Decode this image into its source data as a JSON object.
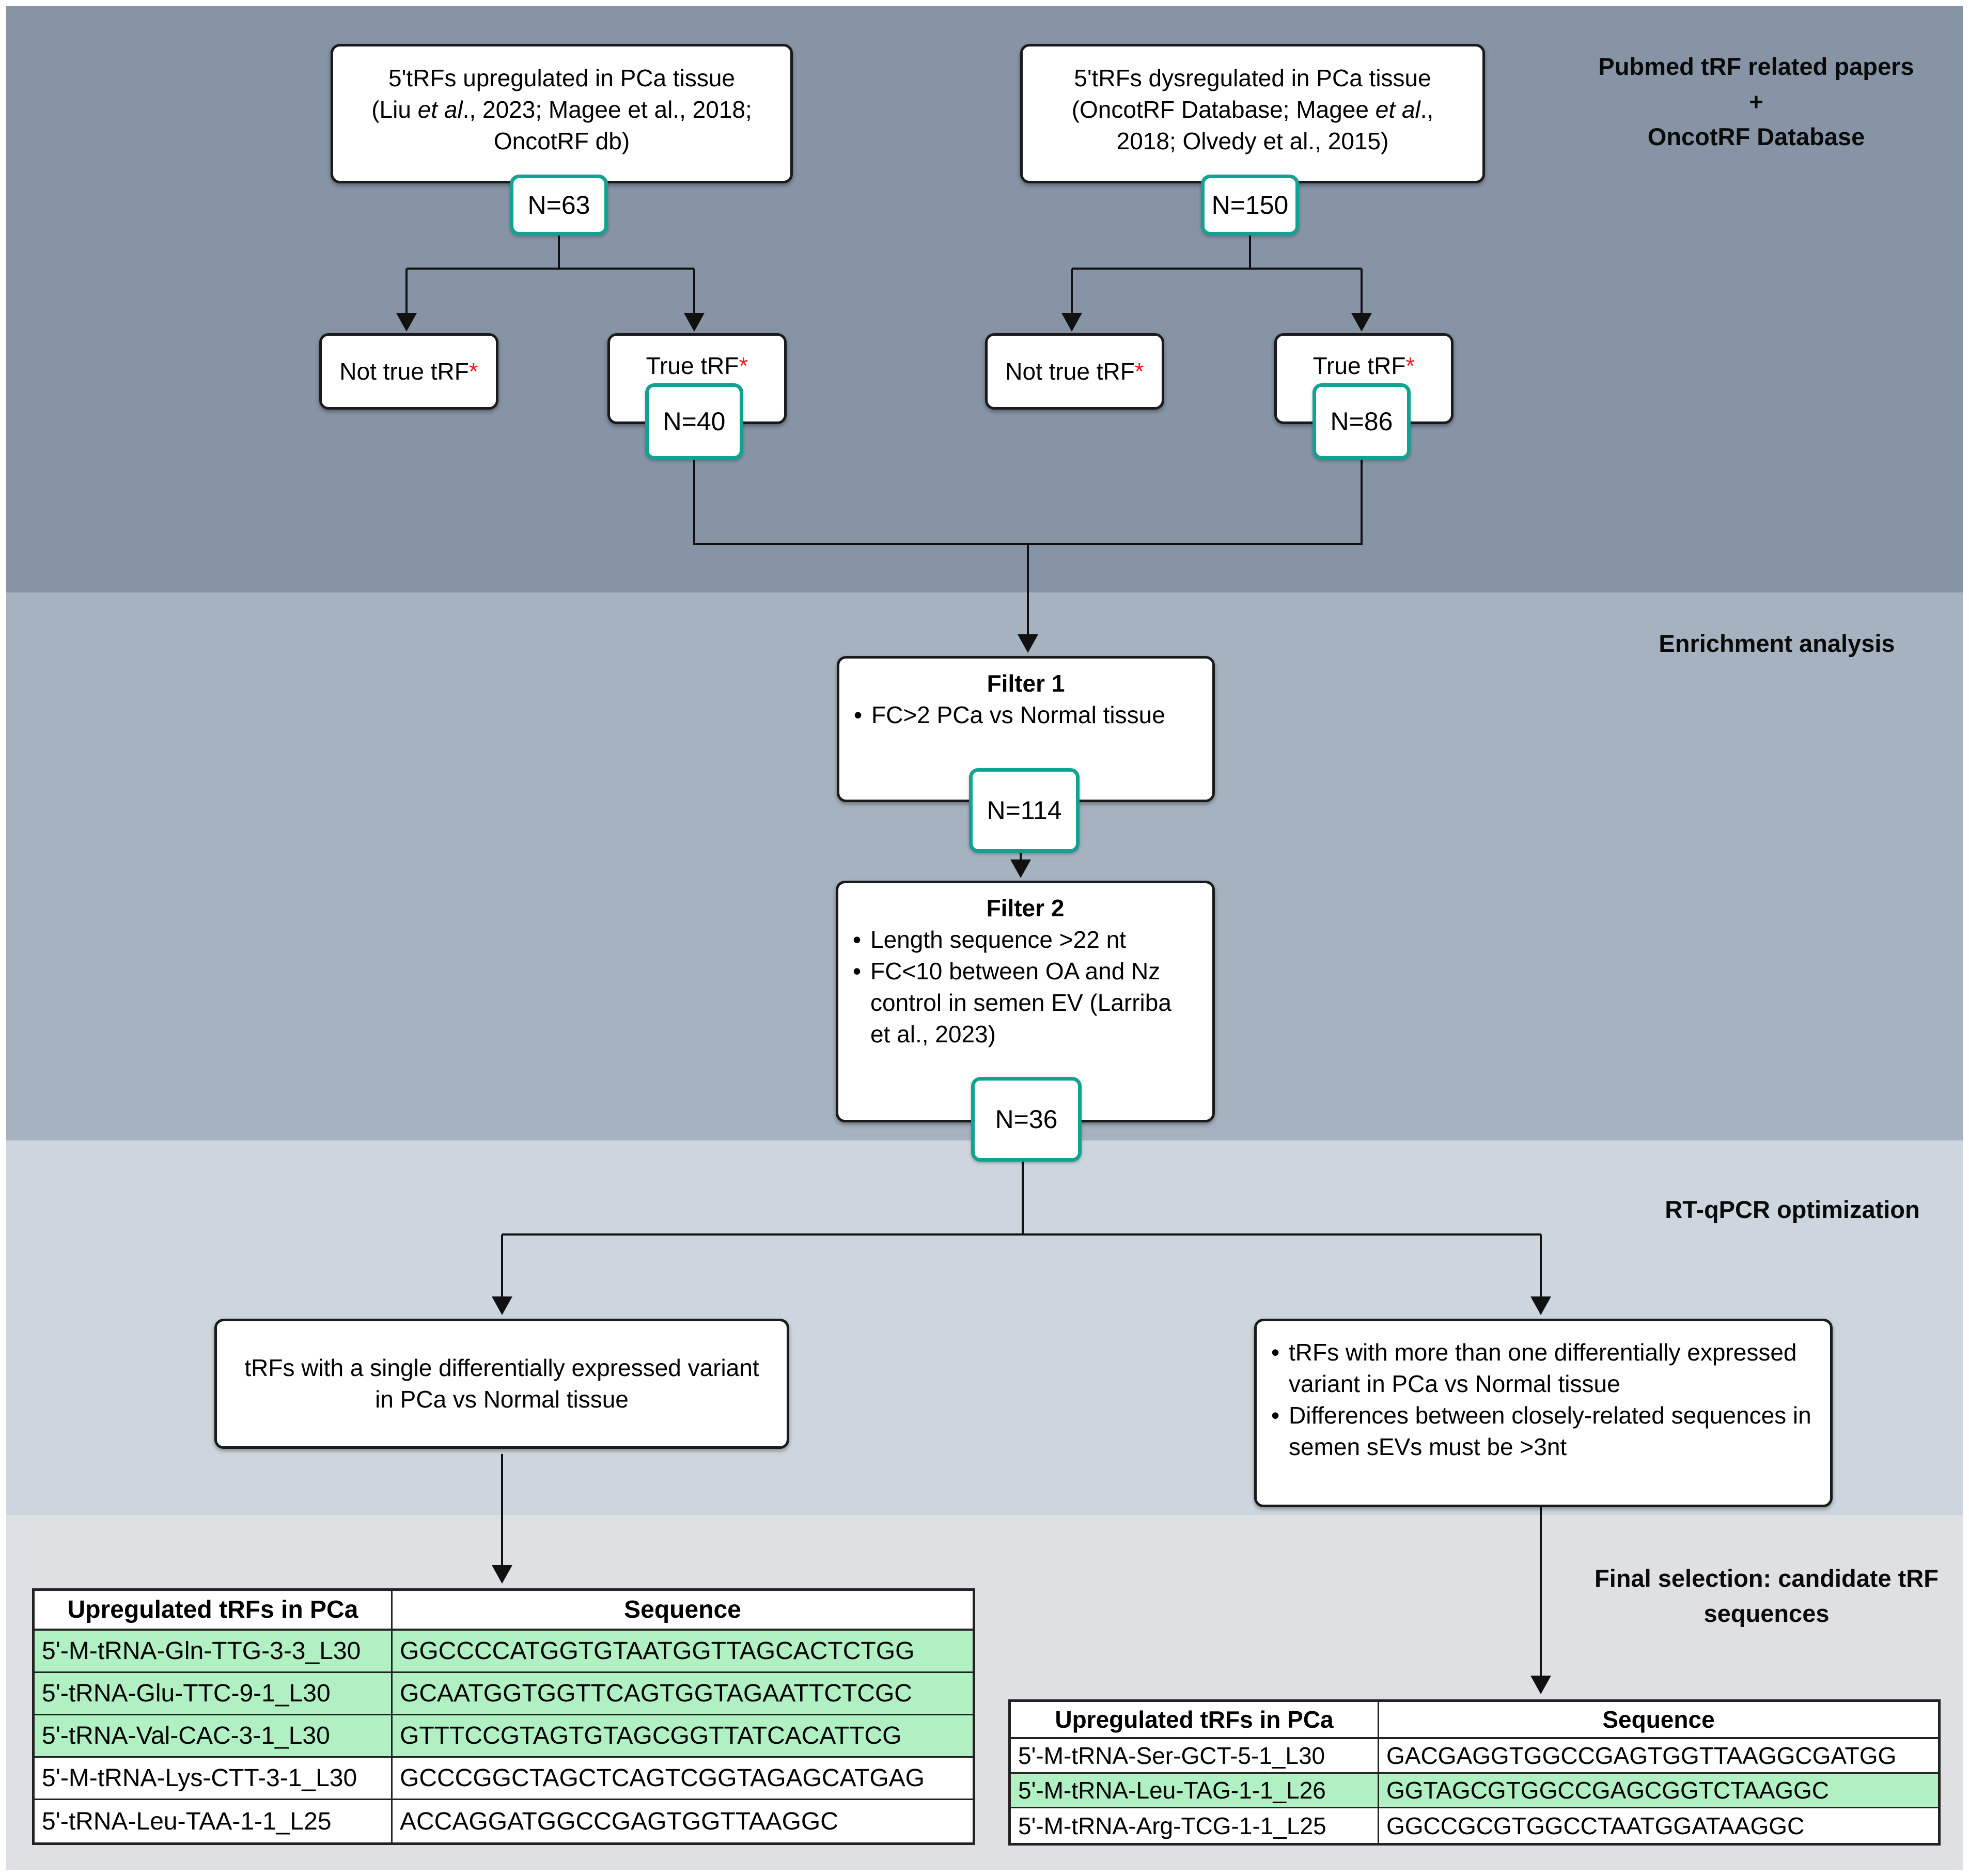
{
  "colors": {
    "band1": "#8694a6",
    "band2": "#a6b2c0",
    "band3": "#cdd6de",
    "band4": "#dee0e3",
    "badge_border": "#12a292",
    "highlight_green": "#b0f0c3",
    "asterisk_red": "#ef1d25"
  },
  "band_labels": {
    "band1_line1": "Pubmed tRF related papers",
    "band1_line2": "+",
    "band1_line3": "OncotRF Database",
    "band2": "Enrichment analysis",
    "band3": "RT-qPCR optimization",
    "band4_line1": "Final selection: candidate tRF",
    "band4_line2": "sequences"
  },
  "source_left": {
    "line1": "5'tRFs upregulated in PCa tissue",
    "line2_segments": [
      {
        "t": "(Liu ",
        "i": false
      },
      {
        "t": "et al",
        "i": true
      },
      {
        "t": "., 2023; Magee et al., 2018;",
        "i": false
      }
    ],
    "line3": "OncotRF db)",
    "count": "N=63"
  },
  "source_right": {
    "line1": "5'tRFs dysregulated in PCa tissue",
    "line2_segments": [
      {
        "t": "(OncotRF Database; Magee ",
        "i": false
      },
      {
        "t": "et al",
        "i": true
      },
      {
        "t": ".,",
        "i": false
      }
    ],
    "line3": "2018; Olvedy et al., 2015)",
    "count": "N=150"
  },
  "classification": {
    "not_true_label": "Not true tRF",
    "true_label": "True tRF",
    "asterisk": "*",
    "left_true_count": "N=40",
    "right_true_count": "N=86"
  },
  "filter1": {
    "title": "Filter 1",
    "bullet1": "FC>2 PCa vs Normal tissue",
    "count": "N=114"
  },
  "filter2": {
    "title": "Filter 2",
    "bullet1": "Length sequence >22 nt",
    "bullet2": "FC<10  between OA and Nz control in semen EV (Larriba et al., 2023)",
    "count": "N=36"
  },
  "rt_left_box": {
    "text": "tRFs with a single differentially expressed variant in PCa vs Normal tissue"
  },
  "rt_right_box": {
    "bullet1": "tRFs with more than one differentially expressed variant in PCa vs Normal tissue",
    "bullet2": "Differences between closely-related sequences in semen sEVs must be >3nt"
  },
  "left_table": {
    "header_col1": "Upregulated tRFs in PCa",
    "header_col2": "Sequence",
    "rows": [
      {
        "name": "5'-M-tRNA-Gln-TTG-3-3_L30",
        "seq": "GGCCCCATGGTGTAATGGTTAGCACTCTGG",
        "highlight": true
      },
      {
        "name": "5'-tRNA-Glu-TTC-9-1_L30",
        "seq": "GCAATGGTGGTTCAGTGGTAGAATTCTCGC",
        "highlight": true
      },
      {
        "name": "5'-tRNA-Val-CAC-3-1_L30",
        "seq": "GTTTCCGTAGTGTAGCGGTTATCACATTCG",
        "highlight": true
      },
      {
        "name": "5'-M-tRNA-Lys-CTT-3-1_L30",
        "seq": "GCCCGGCTAGCTCAGTCGGTAGAGCATGAG",
        "highlight": false
      },
      {
        "name": "5'-tRNA-Leu-TAA-1-1_L25",
        "seq": "ACCAGGATGGCCGAGTGGTTAAGGC",
        "highlight": false
      }
    ]
  },
  "right_table": {
    "header_col1": "Upregulated tRFs in PCa",
    "header_col2": "Sequence",
    "rows": [
      {
        "name": "5'-M-tRNA-Ser-GCT-5-1_L30",
        "seq": "GACGAGGTGGCCGAGTGGTTAAGGCGATGG",
        "highlight": false
      },
      {
        "name": "5'-M-tRNA-Leu-TAG-1-1_L26",
        "seq": "GGTAGCGTGGCCGAGCGGTCTAAGGC",
        "highlight": true
      },
      {
        "name": "5'-M-tRNA-Arg-TCG-1-1_L25",
        "seq": "GGCCGCGTGGCCTAATGGATAAGGC",
        "highlight": false
      }
    ]
  }
}
